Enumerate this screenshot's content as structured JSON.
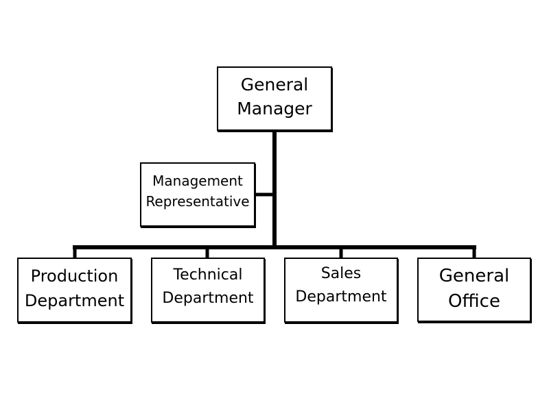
{
  "org_chart": {
    "top": {
      "label": "General\nManager"
    },
    "side": {
      "label": "Management\nRepresentative"
    },
    "departments": [
      {
        "label": "Production\nDepartment"
      },
      {
        "label": "Technical\nDepartment"
      },
      {
        "label": "Sales\nDepartment"
      },
      {
        "label": "General\nOffice"
      }
    ]
  },
  "colors": {
    "line": "#000000",
    "box_border": "#000000",
    "box_fill": "#ffffff",
    "background": "#ffffff"
  }
}
